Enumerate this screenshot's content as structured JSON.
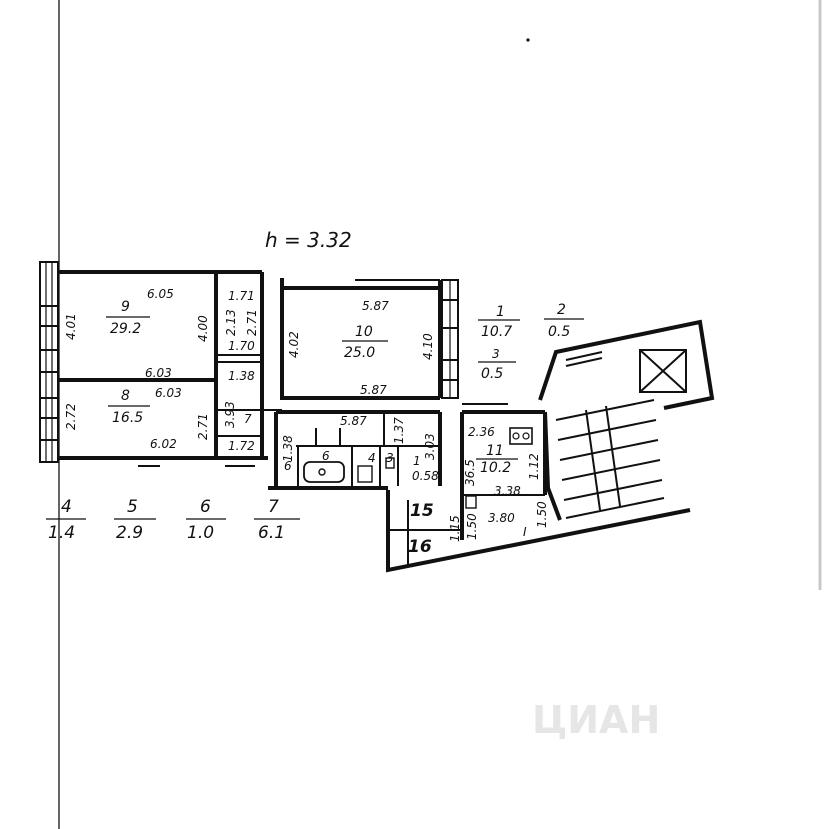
{
  "ceiling_height": "h = 3.32",
  "rooms": [
    {
      "id": "room-9",
      "num": "9",
      "area": "29.2"
    },
    {
      "id": "room-8",
      "num": "8",
      "area": "16.5"
    },
    {
      "id": "room-10",
      "num": "10",
      "area": "25.0"
    },
    {
      "id": "room-11",
      "num": "11",
      "area": "10.2"
    },
    {
      "id": "room-1",
      "num": "1",
      "area": "10.7"
    },
    {
      "id": "room-2",
      "num": "2",
      "area": "0.5"
    },
    {
      "id": "room-3",
      "num": "3",
      "area": "0.5"
    }
  ],
  "legend": [
    {
      "num": "4",
      "area": "1.4"
    },
    {
      "num": "5",
      "area": "2.9"
    },
    {
      "num": "6",
      "area": "1.0"
    },
    {
      "num": "7",
      "area": "6.1"
    }
  ],
  "dimensions": {
    "d_605": "6.05",
    "d_603": "6.03",
    "d_602": "6.02",
    "d_603b": "6.03",
    "d_587a": "5.87",
    "d_587b": "5.87",
    "d_587c": "5.87",
    "d_171": "1.71",
    "d_170": "1.70",
    "d_172": "1.72",
    "d_401": "4.01",
    "d_400": "4.00",
    "d_272": "2.72",
    "d_271": "2.71",
    "d_393": "3.93",
    "d_138": "1.38",
    "d_138b": "1.38",
    "d_213": "2.13",
    "d_271b": "2.71",
    "d_402": "4.02",
    "d_410": "4.10",
    "d_303": "3.03",
    "d_137": "1.37",
    "d_236": "2.36",
    "d_338": "3.38",
    "d_380": "3.80",
    "d_365": "36.5",
    "d_112": "1.12",
    "d_115": "1.15",
    "d_150": "1.50",
    "d_150b": "1.50",
    "d_058": "0.58",
    "d_7": "7",
    "d_1": "1",
    "d_4": "4",
    "d_3": "3",
    "d_6": "6",
    "d_6b": "6"
  },
  "markers": {
    "m15": "15",
    "m16": "16",
    "mI": "I"
  },
  "watermark": "ЦИАН"
}
